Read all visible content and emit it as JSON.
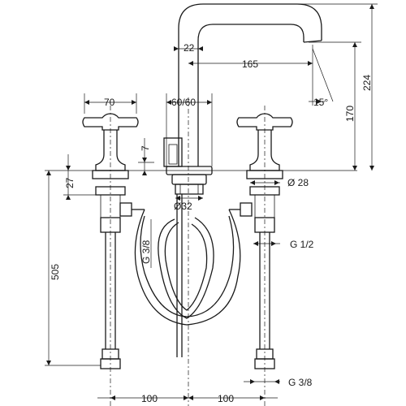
{
  "dimensions": {
    "spout_wall": "22",
    "spout_reach": "165",
    "spout_angle": "15°",
    "spout_height": "170",
    "overall_height": "224",
    "handle_width": "70",
    "spout_base": "60/60",
    "deck_thickness_top": "7",
    "handle_base_height": "27",
    "handle_shank_dia": "Ø 28",
    "spout_shank_dia": "Ø32",
    "hose_connection_left": "G 3/8",
    "connection_mid": "G 1/2",
    "connection_bottom": "G 3/8",
    "hose_length": "505",
    "spacing_left": "100",
    "spacing_right": "100"
  }
}
